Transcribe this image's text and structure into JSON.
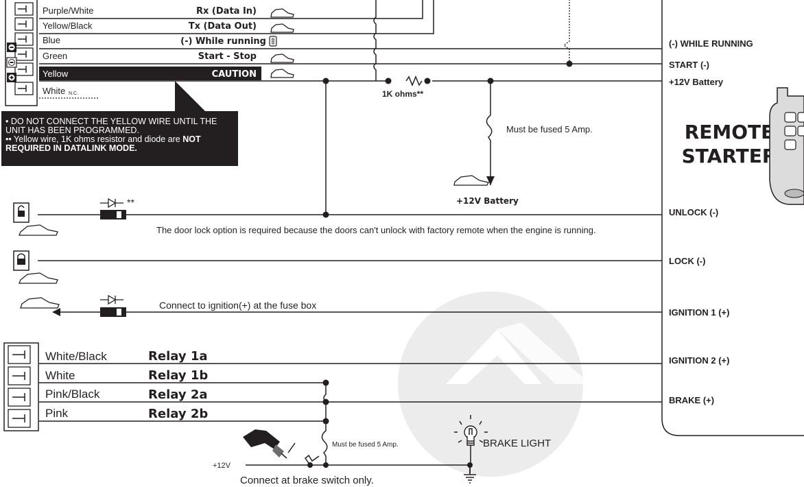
{
  "connector_top": {
    "wires": [
      {
        "color": "Purple/White",
        "function": "Rx (Data In)"
      },
      {
        "color": "Yellow/Black",
        "function": "Tx (Data Out)"
      },
      {
        "color": "Blue",
        "function": "(-) While running"
      },
      {
        "color": "Green",
        "function": "Start - Stop"
      },
      {
        "color": "Yellow",
        "function": "CAUTION"
      },
      {
        "color": "White",
        "function": ""
      }
    ],
    "nc_label": "N.C."
  },
  "notes": {
    "line1": "DO NOT CONNECT THE YELLOW WIRE UNTIL THE UNIT HAS BEEN PROGRAMMED.",
    "line2_normal": "Yellow wire, 1K ohms resistor and diode are ",
    "line2_bold": "NOT REQUIRED IN DATALINK MODE."
  },
  "resistor_label": "1K ohms**",
  "fuse_label_top": "Must be fused 5 Amp.",
  "battery_label": "+12V Battery",
  "diode_note": "**",
  "door_lock_text": "The door lock option is required because the doors can't unlock with factory remote when the engine is running.",
  "ignition_text": "Connect to ignition(+) at the fuse box",
  "relays": [
    {
      "color": "White/Black",
      "label": "Relay 1a"
    },
    {
      "color": "White",
      "label": "Relay 1b"
    },
    {
      "color": "Pink/Black",
      "label": "Relay 2a"
    },
    {
      "color": "Pink",
      "label": "Relay 2b"
    }
  ],
  "fuse_label_bottom": "Must be fused 5 Amp.",
  "plus12v": "+12V",
  "brake_switch_text": "Connect at brake switch only.",
  "brake_light_label": "BRAKE LIGHT",
  "remote_starter": {
    "title_line1": "REMOTE",
    "title_line2": "STARTER",
    "terminals": [
      "(-) WHILE RUNNING",
      "START (-)",
      "+12V Battery",
      "UNLOCK (-)",
      "LOCK (-)",
      "IGNITION 1 (+)",
      "IGNITION 2 (+)",
      "BRAKE (+)"
    ]
  },
  "colors": {
    "ink": "#231f20",
    "watermark": "#eeeeee",
    "module_fill": "#f0f0f0"
  }
}
